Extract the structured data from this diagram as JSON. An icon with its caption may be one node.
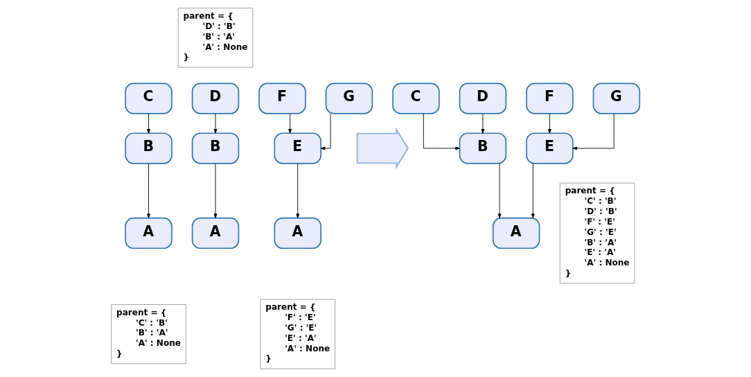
{
  "diagram": {
    "nodes": [
      {
        "text": [
          "C"
        ]
      },
      {
        "text": [
          "B"
        ]
      },
      {
        "text": [
          "A"
        ]
      },
      {
        "text": [
          "parent = {",
          "'C' : 'B'",
          "'B' : 'A'",
          "'A' : None",
          "}"
        ]
      },
      {
        "text": [
          "parent = {",
          "'D' : 'B'",
          "'B' : 'A'",
          "'A' : None",
          "}"
        ]
      },
      {
        "text": [
          "D"
        ]
      },
      {
        "text": [
          "B"
        ]
      },
      {
        "text": [
          "A"
        ]
      },
      {
        "text": [
          "F"
        ]
      },
      {
        "text": [
          "G"
        ]
      },
      {
        "text": [
          "E"
        ]
      },
      {
        "text": [
          "A"
        ]
      },
      {
        "text": [
          "parent = {",
          "'F' : 'E'",
          "'G' : 'E'",
          "'E' : 'A'",
          "'A' : None",
          "}"
        ]
      },
      {
        "text": [],
        "shape": "arrow"
      },
      {
        "text": [
          "C"
        ]
      },
      {
        "text": [
          "D"
        ]
      },
      {
        "text": [
          "F"
        ]
      },
      {
        "text": [
          "G"
        ]
      },
      {
        "text": [
          "B"
        ]
      },
      {
        "text": [
          "E"
        ]
      },
      {
        "text": [
          "A"
        ]
      },
      {
        "text": [
          "parent = {",
          "'C' : 'B'",
          "'D' : 'B'",
          "'F' : 'E'",
          "'G' : 'E'",
          "'B' : 'A'",
          "'E' : 'A'",
          "'A' : None",
          "}"
        ]
      }
    ],
    "edges": [
      {
        "from": 0,
        "to": 1,
        "arrow": "to"
      },
      {
        "from": 1,
        "to": 2,
        "arrow": "to"
      },
      {
        "from": 5,
        "to": 6,
        "arrow": "to"
      },
      {
        "from": 6,
        "to": 7,
        "arrow": "to"
      },
      {
        "from": 8,
        "to": 10,
        "arrow": "to"
      },
      {
        "from": 9,
        "to": 10,
        "arrow": "to"
      },
      {
        "from": 10,
        "to": 11,
        "arrow": "to"
      },
      {
        "from": 14,
        "to": 18,
        "arrow": "to"
      },
      {
        "from": 15,
        "to": 18,
        "arrow": "to"
      },
      {
        "from": 16,
        "to": 19,
        "arrow": "to"
      },
      {
        "from": 17,
        "to": 19,
        "arrow": "to"
      },
      {
        "from": 18,
        "to": 20,
        "arrow": "to"
      },
      {
        "from": 19,
        "to": 20,
        "arrow": "to"
      }
    ]
  }
}
